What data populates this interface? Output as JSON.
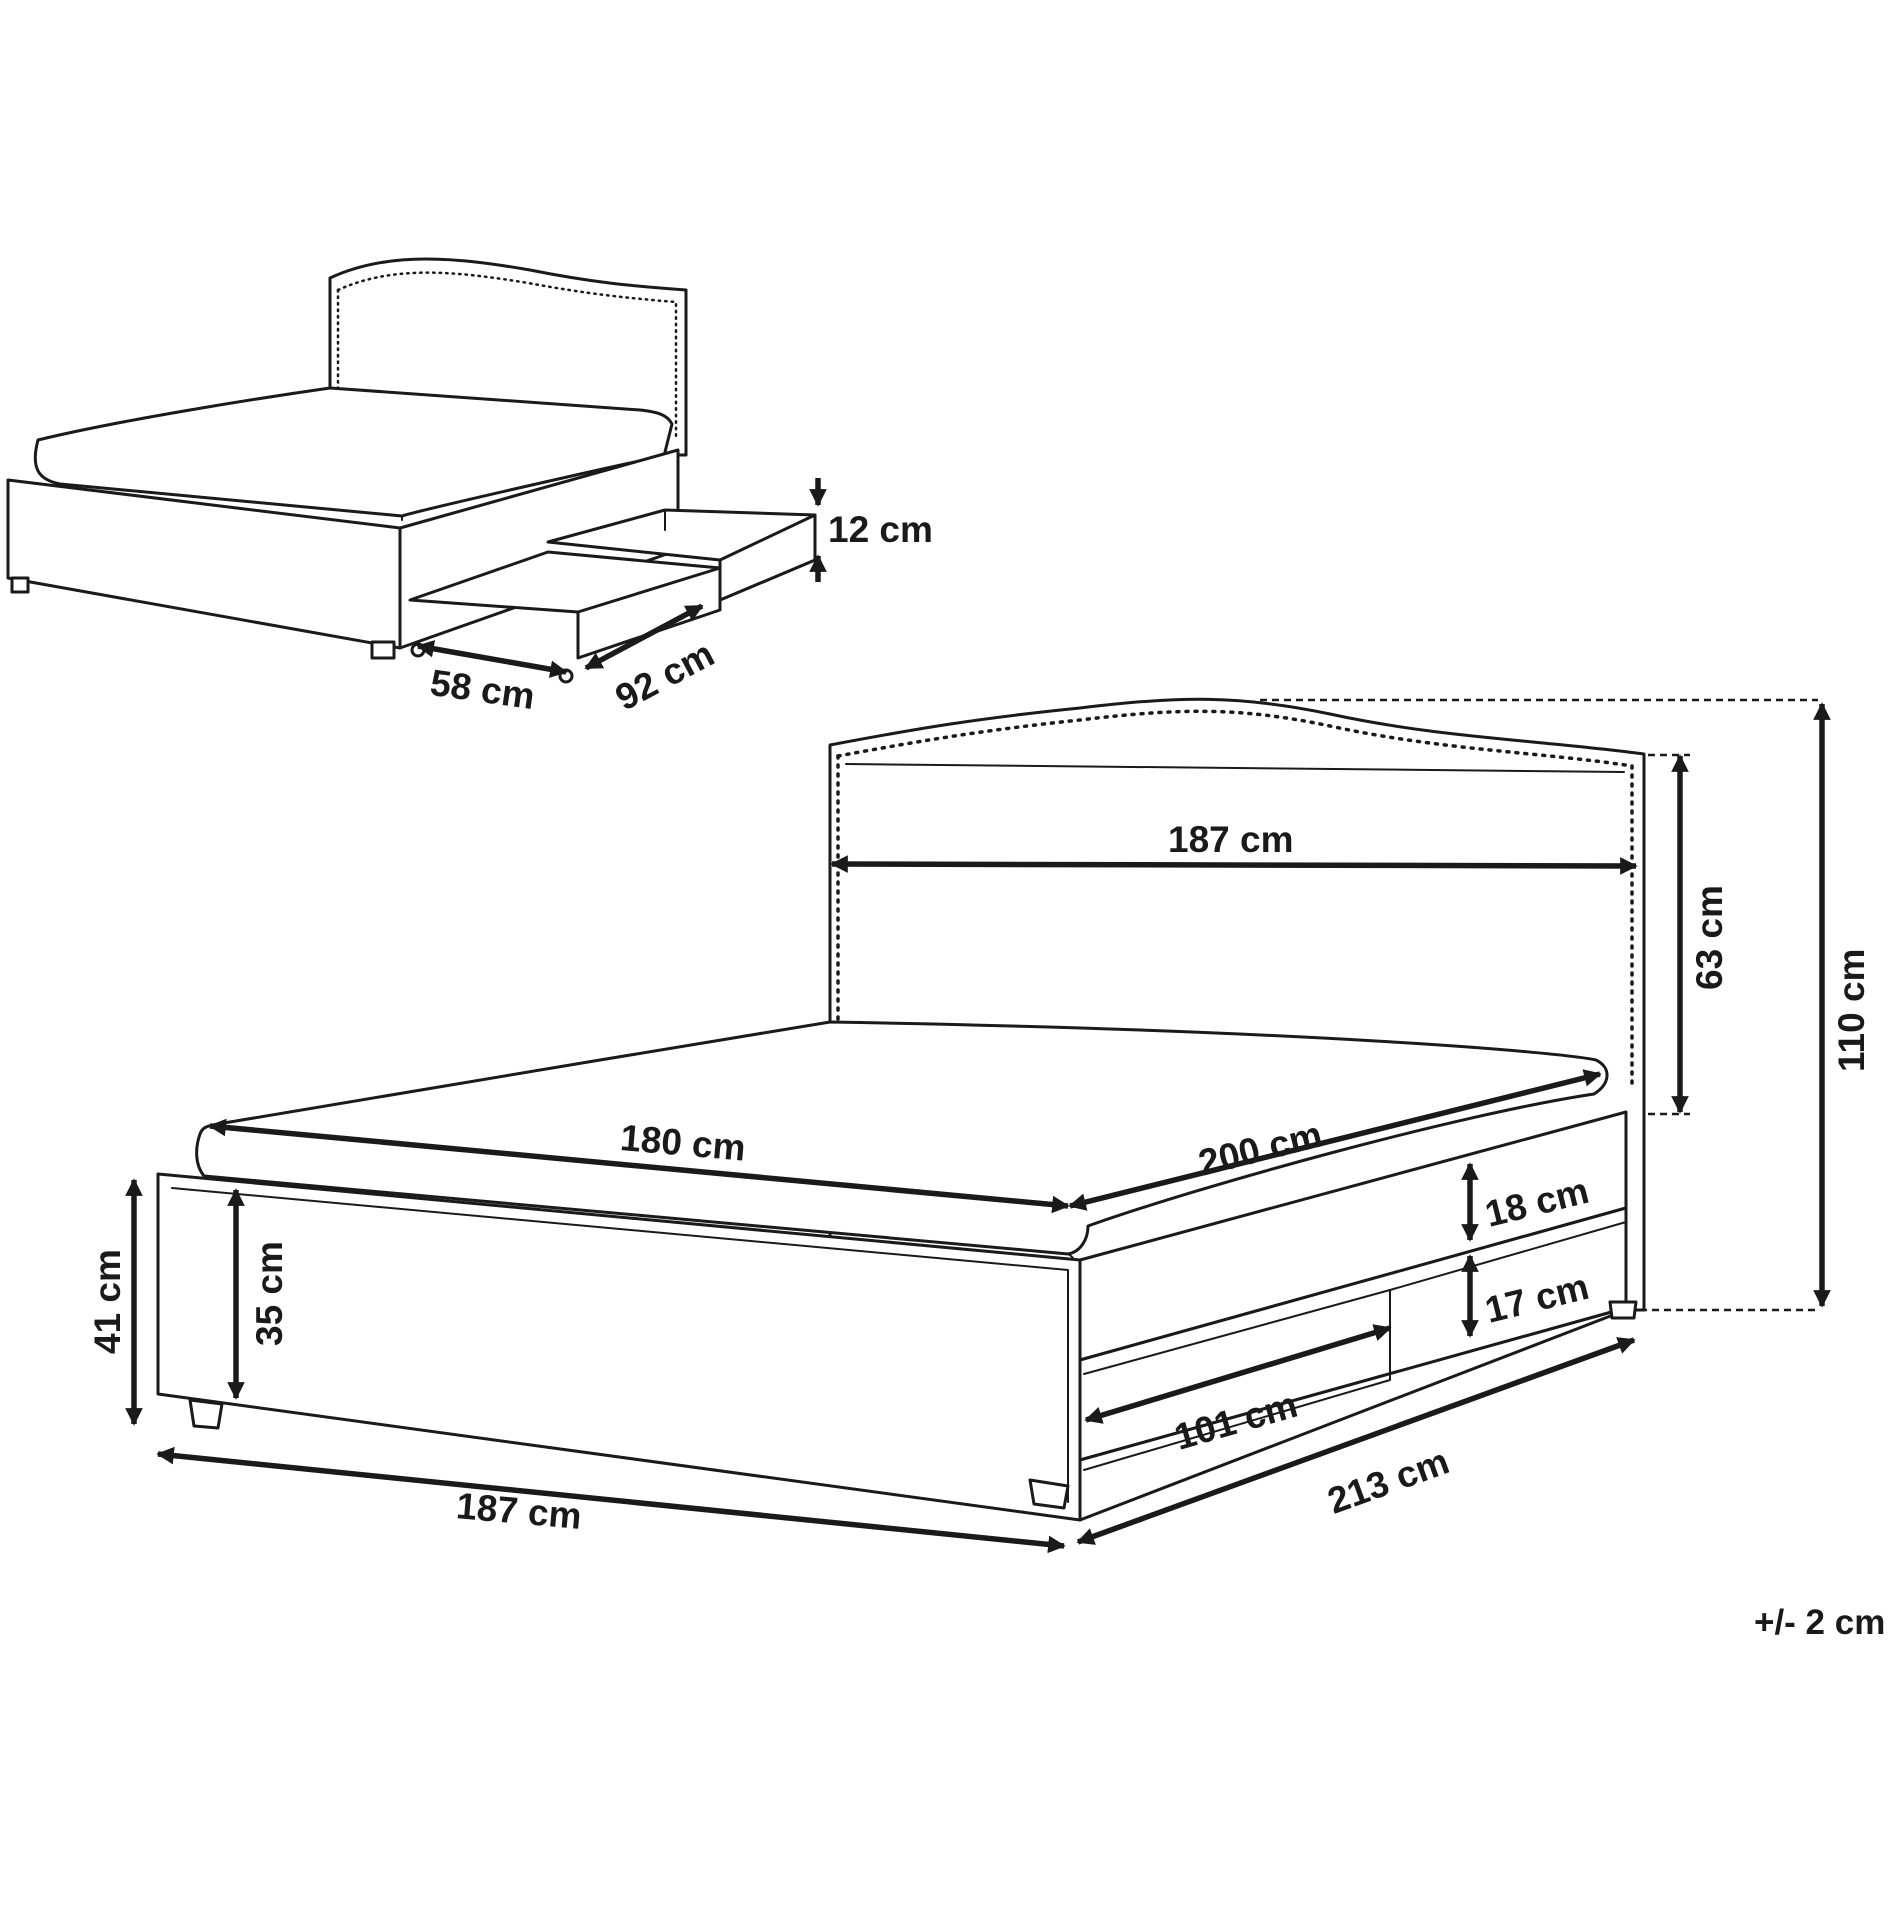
{
  "small_view": {
    "drawer_height": "12 cm",
    "drawer_depth": "58 cm",
    "drawer_width": "92 cm"
  },
  "main_view": {
    "headboard_width": "187 cm",
    "headboard_height": "63 cm",
    "total_height": "110 cm",
    "mattress_width": "180 cm",
    "mattress_length": "200 cm",
    "frame_upper_height": "18 cm",
    "frame_lower_height": "17 cm",
    "total_height_front": "41 cm",
    "footboard_height": "35 cm",
    "drawer_length": "101 cm",
    "overall_width": "187 cm",
    "overall_length": "213 cm"
  },
  "tolerance": "+/- 2 cm"
}
